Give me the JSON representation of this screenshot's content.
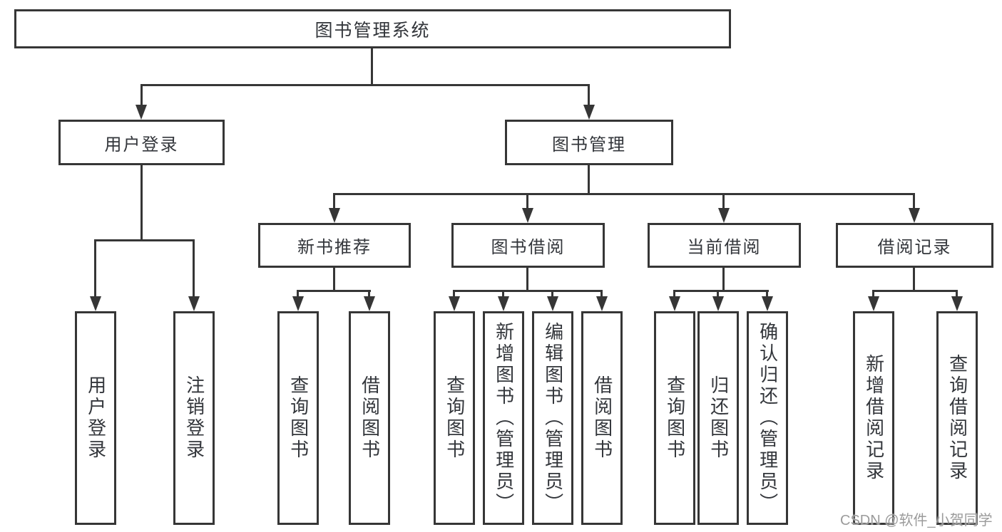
{
  "diagram": {
    "root": {
      "label": "图书管理系统"
    },
    "branches": [
      {
        "label": "用户登录",
        "children": [
          "用户登录",
          "注销登录"
        ]
      },
      {
        "label": "图书管理",
        "sections": [
          {
            "label": "新书推荐",
            "children": [
              "查询图书",
              "借阅图书"
            ]
          },
          {
            "label": "图书借阅",
            "children": [
              "查询图书",
              "新增图书（管理员）",
              "编辑图书（管理员）",
              "借阅图书"
            ]
          },
          {
            "label": "当前借阅",
            "children": [
              "查询图书",
              "归还图书",
              "确认归还（管理员）"
            ]
          },
          {
            "label": "借阅记录",
            "children": [
              "新增借阅记录",
              "查询借阅记录"
            ]
          }
        ]
      }
    ]
  },
  "watermark": {
    "text": "CSDN @软件_小贺同学"
  },
  "colors": {
    "line": "#363636",
    "text": "#33363b",
    "background": "#ffffff",
    "watermark": "#9b9b9b"
  }
}
